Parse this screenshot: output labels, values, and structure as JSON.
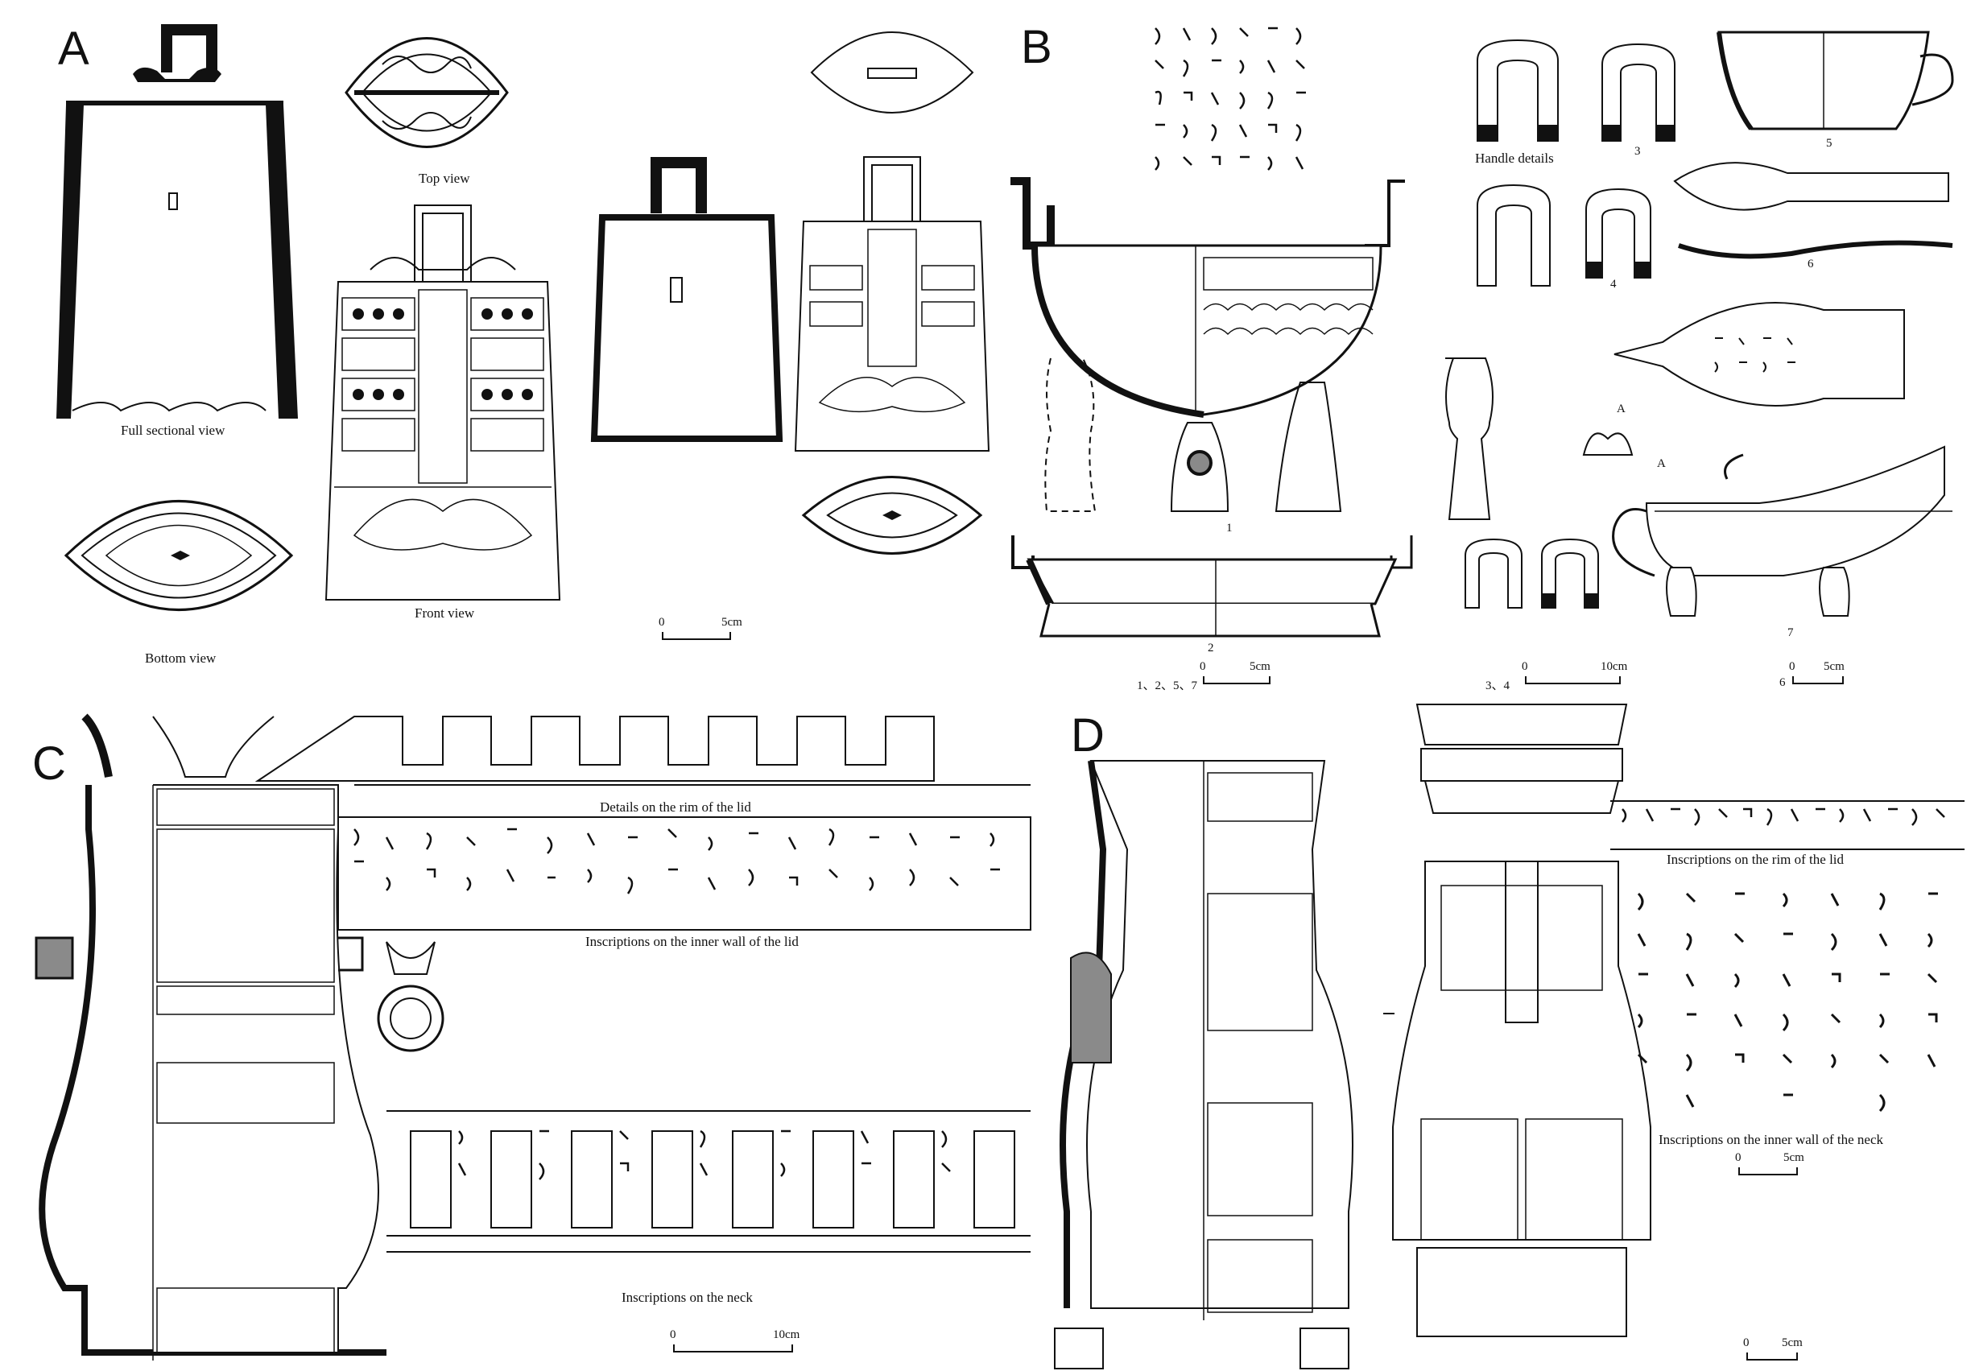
{
  "panels": {
    "A": {
      "letter": "A",
      "captions": {
        "full_sectional": "Full sectional view",
        "top_view": "Top view",
        "front_view": "Front view",
        "bottom_view": "Bottom view"
      },
      "scale": {
        "zero": "0",
        "end": "5cm"
      }
    },
    "B": {
      "letter": "B",
      "captions": {
        "handle_details": "Handle details"
      },
      "numbers": [
        "1",
        "2",
        "3",
        "4",
        "5",
        "6",
        "7"
      ],
      "marks": {
        "A": "A",
        "A2": "A"
      },
      "scales": [
        {
          "prefix": "1、2、5、7",
          "zero": "0",
          "end": "5cm"
        },
        {
          "prefix": "3、4",
          "zero": "0",
          "end": "10cm"
        },
        {
          "prefix": "6",
          "zero": "0",
          "end": "5cm"
        }
      ]
    },
    "C": {
      "letter": "C",
      "captions": {
        "rim_details": "Details on the rim of the lid",
        "inner_wall": "Inscriptions on the inner wall of the lid",
        "neck": "Inscriptions on the neck"
      },
      "scale": {
        "zero": "0",
        "end": "10cm"
      }
    },
    "D": {
      "letter": "D",
      "captions": {
        "rim_inscriptions": "Inscriptions on the rim of the lid",
        "inner_neck": "Inscriptions on the inner wall of the neck"
      },
      "scale": {
        "zero": "0",
        "end": "5cm"
      }
    }
  },
  "colors": {
    "ink": "#111111",
    "gray": "#8a8a8a",
    "paper": "#ffffff"
  }
}
